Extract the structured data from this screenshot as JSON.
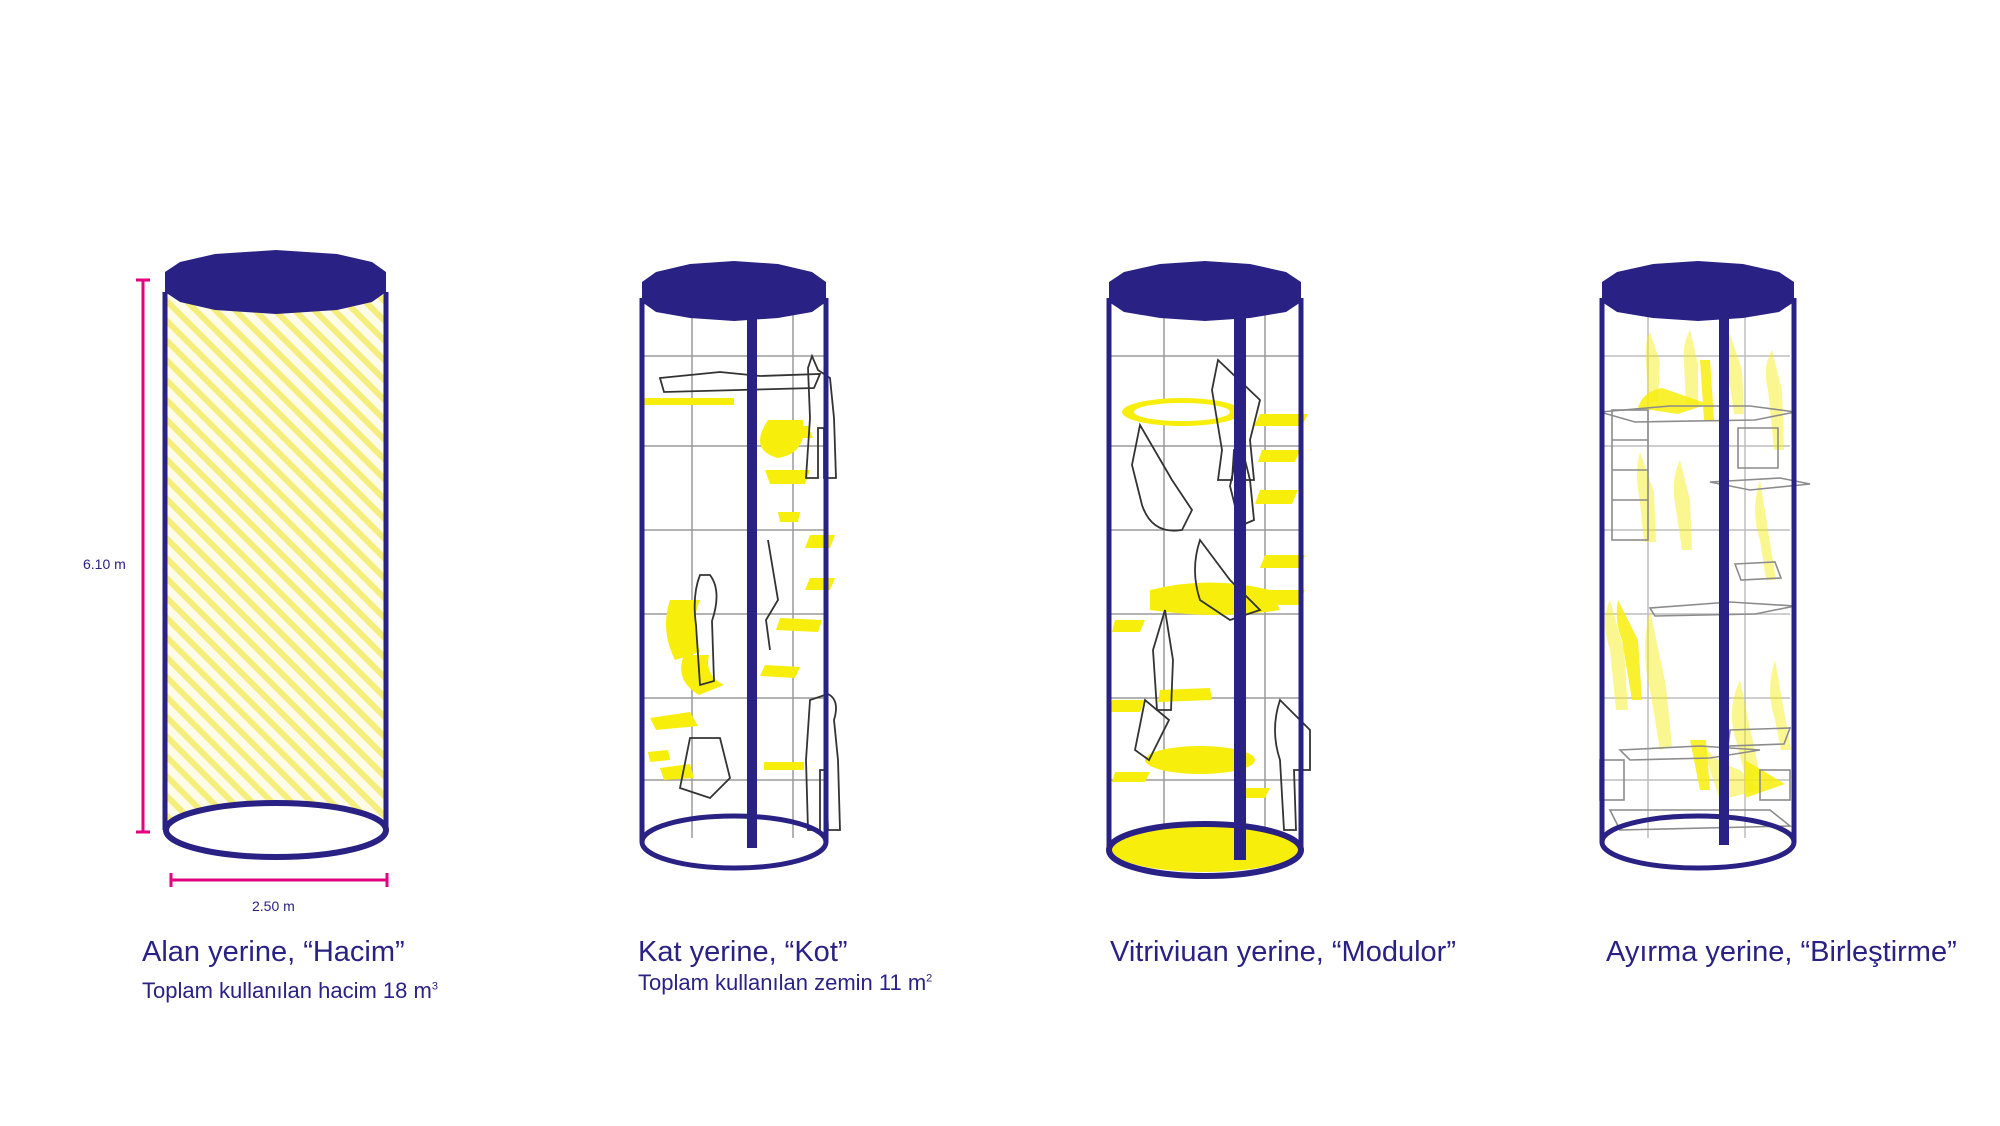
{
  "colors": {
    "navy": "#2a2185",
    "yellow": "#f8ee0b",
    "magenta": "#e4007e",
    "grid": "#9a9a9a"
  },
  "dimensions": {
    "height": "6.10 m",
    "width": "2.50 m"
  },
  "panels": [
    {
      "caption": "Alan yerine, “Hacim”",
      "subtitle": "Toplam kullanılan hacim 18 m",
      "superscript": "3"
    },
    {
      "caption": "Kat yerine, “Kot”",
      "subtitle": "Toplam kullanılan zemin 11 m",
      "superscript": "2"
    },
    {
      "caption": "Vitriviuan yerine, “Modulor”"
    },
    {
      "caption": "Ayırma yerine, “Birleştirme”"
    }
  ]
}
